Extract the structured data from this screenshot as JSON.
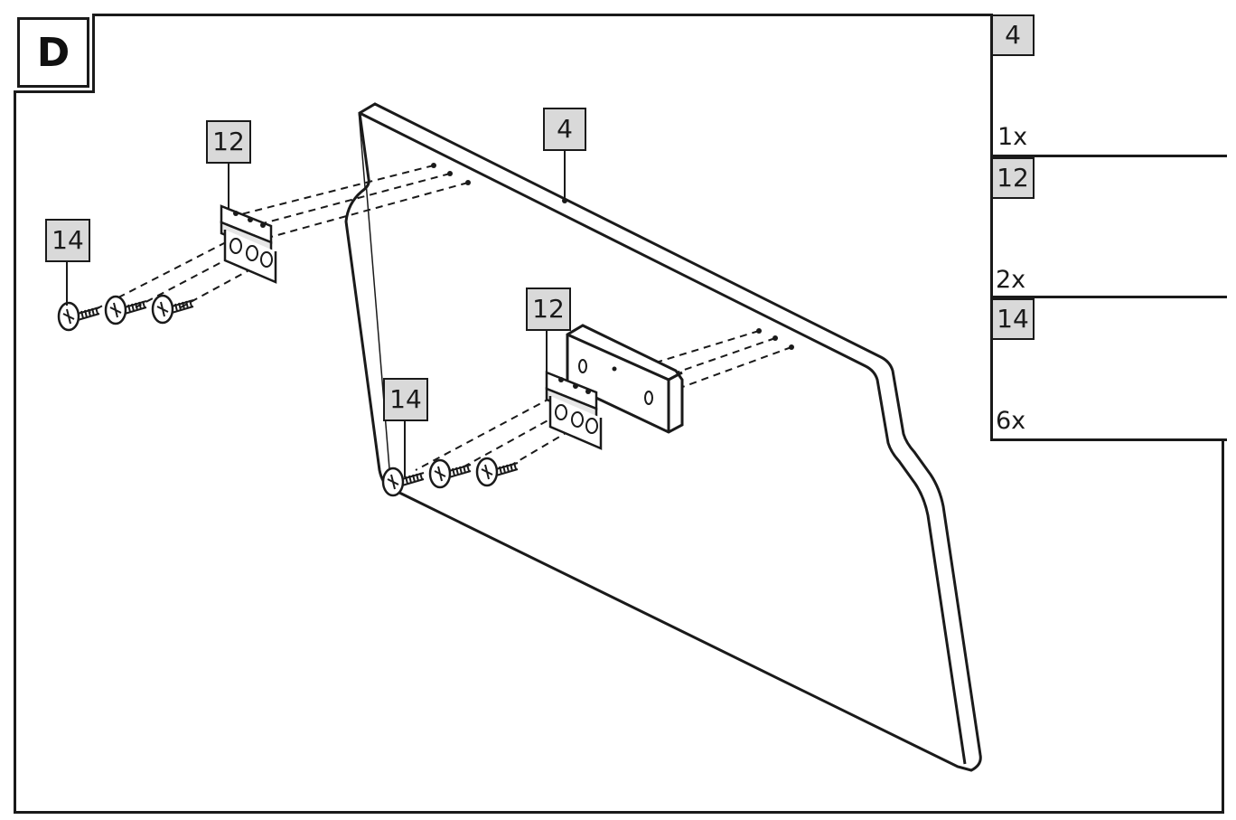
{
  "step": {
    "label": "D"
  },
  "callouts": {
    "panel": "4",
    "hinge_top": "12",
    "hinge_mid": "12",
    "screws_left": "14",
    "screws_mid": "14"
  },
  "parts_legend": [
    {
      "part_number": "4",
      "quantity": "1x",
      "icon": "panel-icon"
    },
    {
      "part_number": "12",
      "quantity": "2x",
      "icon": "hinge-icon"
    },
    {
      "part_number": "14",
      "quantity": "6x",
      "icon": "screw-icon"
    }
  ],
  "colors": {
    "line": "#1a1a1a",
    "tag_fill": "#d9d9d9",
    "background": "#ffffff"
  }
}
